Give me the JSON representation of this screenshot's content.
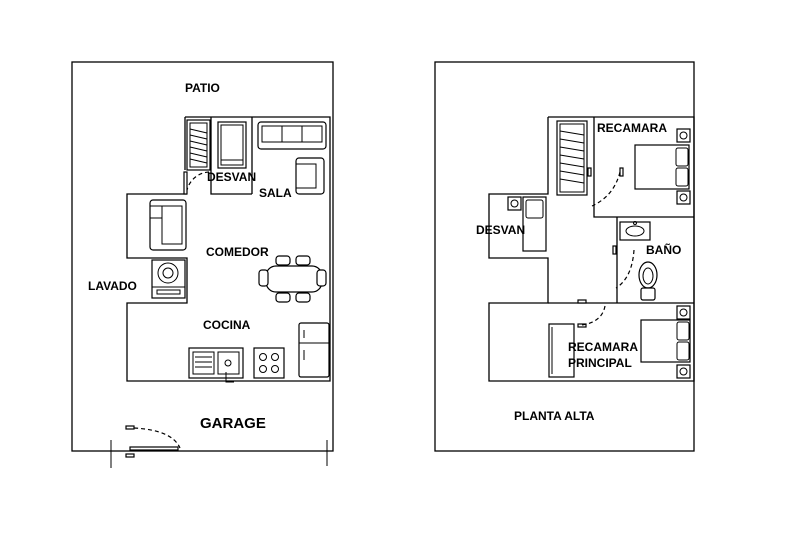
{
  "ground_floor": {
    "rooms": {
      "patio": "PATIO",
      "desvan": "DESVAN",
      "sala": "SALA",
      "comedor": "COMEDOR",
      "lavado": "LAVADO",
      "cocina": "COCINA",
      "garage": "GARAGE"
    }
  },
  "upper_floor": {
    "rooms": {
      "recamara": "RECAMARA",
      "desvan": "DESVAN",
      "bano": "BAÑO",
      "recamara_principal_1": "RECAMARA",
      "recamara_principal_2": "PRINCIPAL"
    },
    "title": "PLANTA ALTA"
  },
  "colors": {
    "line": "#000000",
    "background": "#ffffff"
  }
}
